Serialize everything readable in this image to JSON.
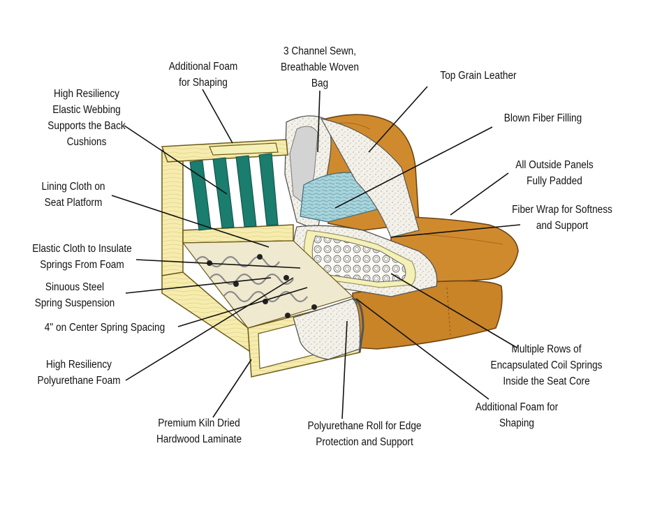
{
  "colors": {
    "leather": "#d08a2e",
    "leather_dark": "#b4701d",
    "wood": "#f6ecae",
    "webbing": "#1a7d6e",
    "foam": "#f4f0b6",
    "fiber_fill": "#a8d4dc",
    "springs": "#8a8a8a"
  },
  "labels": {
    "additional_foam_back": [
      "Additional Foam",
      "for Shaping"
    ],
    "channel_bag": [
      "3 Channel Sewn,",
      "Breathable Woven",
      "Bag"
    ],
    "top_grain_leather": [
      "Top Grain Leather"
    ],
    "elastic_webbing": [
      "High Resiliency",
      "Elastic Webbing",
      "Supports the Back",
      "Cushions"
    ],
    "blown_fiber": [
      "Blown Fiber Filling"
    ],
    "outside_panels": [
      "All Outside Panels",
      "Fully Padded"
    ],
    "lining_cloth": [
      "Lining Cloth on",
      "Seat Platform"
    ],
    "fiber_wrap": [
      "Fiber Wrap for Softness",
      "and Support"
    ],
    "elastic_cloth": [
      "Elastic Cloth to Insulate",
      "Springs From Foam"
    ],
    "sinuous_steel": [
      "Sinuous Steel",
      "Spring Suspension"
    ],
    "spring_spacing": [
      "4\" on Center Spring Spacing"
    ],
    "hr_foam": [
      "High Resiliency",
      "Polyurethane Foam"
    ],
    "coil_springs": [
      "Multiple Rows of",
      "Encapsulated Coil Springs",
      "Inside the Seat Core"
    ],
    "additional_foam_seat": [
      "Additional Foam for",
      "Shaping"
    ],
    "kiln_dried": [
      "Premium Kiln Dried",
      "Hardwood Laminate"
    ],
    "poly_roll": [
      "Polyurethane Roll for Edge",
      "Protection and Support"
    ]
  }
}
